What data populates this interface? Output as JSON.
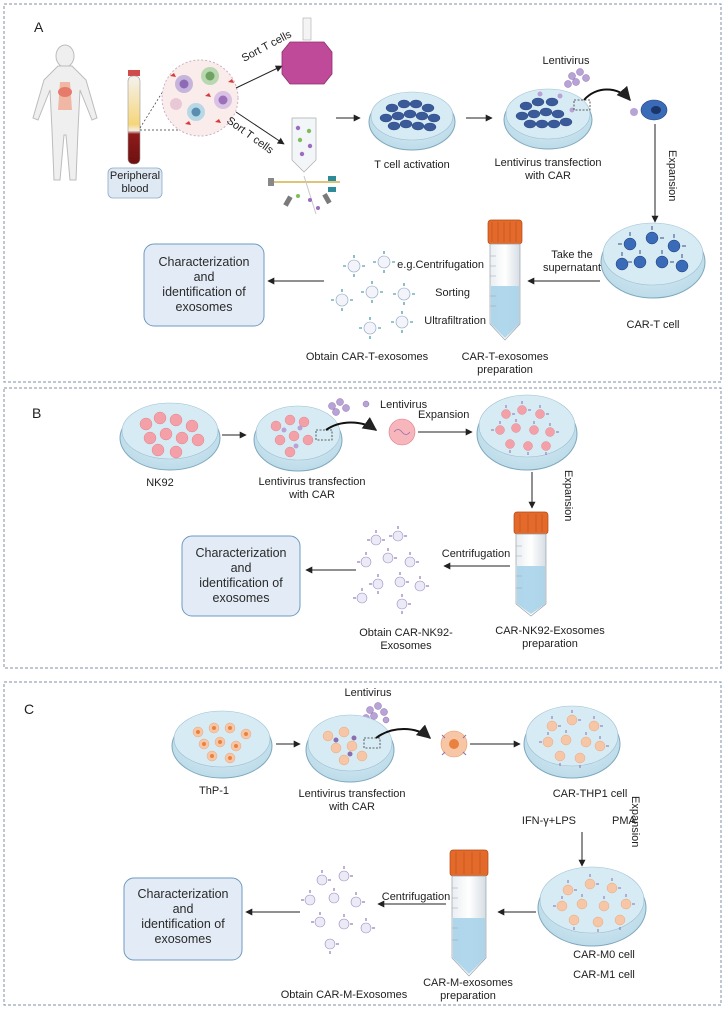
{
  "colors": {
    "dish_fill": "#cfe6f1",
    "dish_rim": "#7fa8bd",
    "tcell": "#3a5a9a",
    "nk_cell": "#f3a0a8",
    "thp_cell": "#f7b78a",
    "car_receptor": "#8a6fb0",
    "tube_cap": "#e36a2a",
    "tube_liquid": "#a9d3ea",
    "box_fill": "#e3ecf6",
    "box_border": "#6e9ac0",
    "panel_border": "#7f8fa6",
    "arrow": "#222222"
  },
  "panels": {
    "a": {
      "label": "A",
      "peripheral_blood": "Peripheral\nblood",
      "sort_t_cells_top": "Sort T cells",
      "sort_t_cells_bottom": "Sort T cells",
      "lentivirus": "Lentivirus",
      "t_cell_activation": "T cell activation",
      "lentivirus_transfection": "Lentivirus transfection\nwith CAR",
      "expansion": "Expansion",
      "take_supernatant": "Take the\nsupernatant",
      "car_t_cell": "CAR-T cell",
      "centrifugation": "e.g.Centrifugation",
      "sorting": "Sorting",
      "ultrafiltration": "Ultrafiltration",
      "preparation": "CAR-T-exosomes\npreparation",
      "obtain": "Obtain CAR-T-exosomes",
      "box": "Characterization\nand\nidentification of\nexosomes"
    },
    "b": {
      "label": "B",
      "nk92": "NK92",
      "lentivirus_transfection": "Lentivirus transfection\nwith CAR",
      "lentivirus": "Lentivirus",
      "expansion_top": "Expansion",
      "expansion_side": "Expansion",
      "centrifugation": "Centrifugation",
      "preparation": "CAR-NK92-Exosomes\npreparation",
      "obtain": "Obtain CAR-NK92-\nExosomes",
      "box": "Characterization\nand\nidentification of\nexosomes"
    },
    "c": {
      "label": "C",
      "lentivirus": "Lentivirus",
      "thp1": "ThP-1",
      "lentivirus_transfection": "Lentivirus transfection\nwith CAR",
      "car_thp1": "CAR-THP1  cell",
      "ifn_lps": "IFN-γ+LPS",
      "pma": "PMA",
      "expansion": "Expansion",
      "centrifugation": "Centrifugation",
      "car_m0": "CAR-M0 cell",
      "car_m1": "CAR-M1 cell",
      "preparation": "CAR-M-exosomes\npreparation",
      "obtain": "Obtain CAR-M-Exosomes",
      "box": "Characterization\nand\nidentification of\nexosomes"
    }
  }
}
